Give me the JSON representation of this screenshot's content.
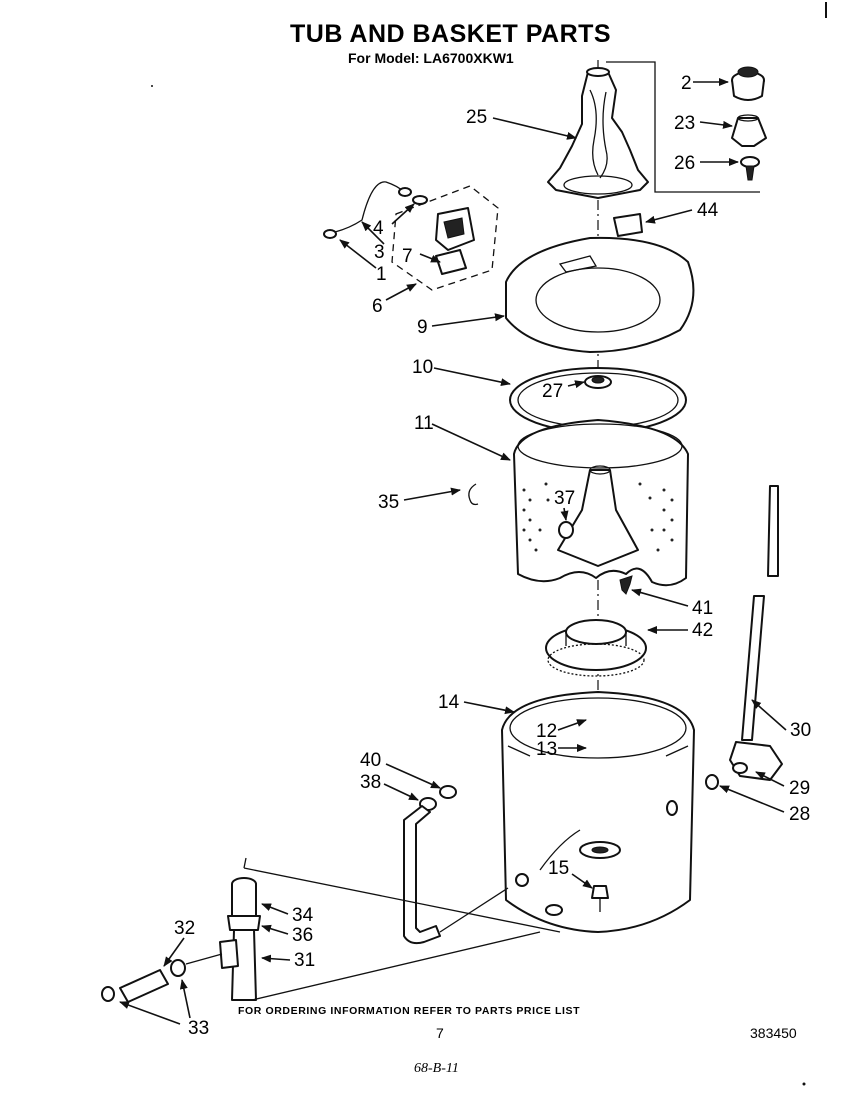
{
  "title": "TUB AND BASKET PARTS",
  "model_line": "For Model: LA6700XKW1",
  "footer_note": "FOR ORDERING INFORMATION REFER TO PARTS PRICE LIST",
  "page_number": "7",
  "doc_number": "383450",
  "handwritten_note": "68-B-11",
  "callouts": {
    "c1": "1",
    "c2": "2",
    "c3": "3",
    "c4": "4",
    "c6": "6",
    "c7": "7",
    "c9": "9",
    "c10": "10",
    "c11": "11",
    "c12": "12",
    "c13": "13",
    "c14": "14",
    "c15": "15",
    "c23": "23",
    "c25": "25",
    "c26": "26",
    "c27": "27",
    "c28": "28",
    "c29": "29",
    "c30": "30",
    "c31": "31",
    "c32": "32",
    "c33": "33",
    "c34": "34",
    "c35": "35",
    "c36": "36",
    "c37": "37",
    "c38": "38",
    "c40": "40",
    "c41": "41",
    "c42": "42",
    "c44": "44"
  }
}
